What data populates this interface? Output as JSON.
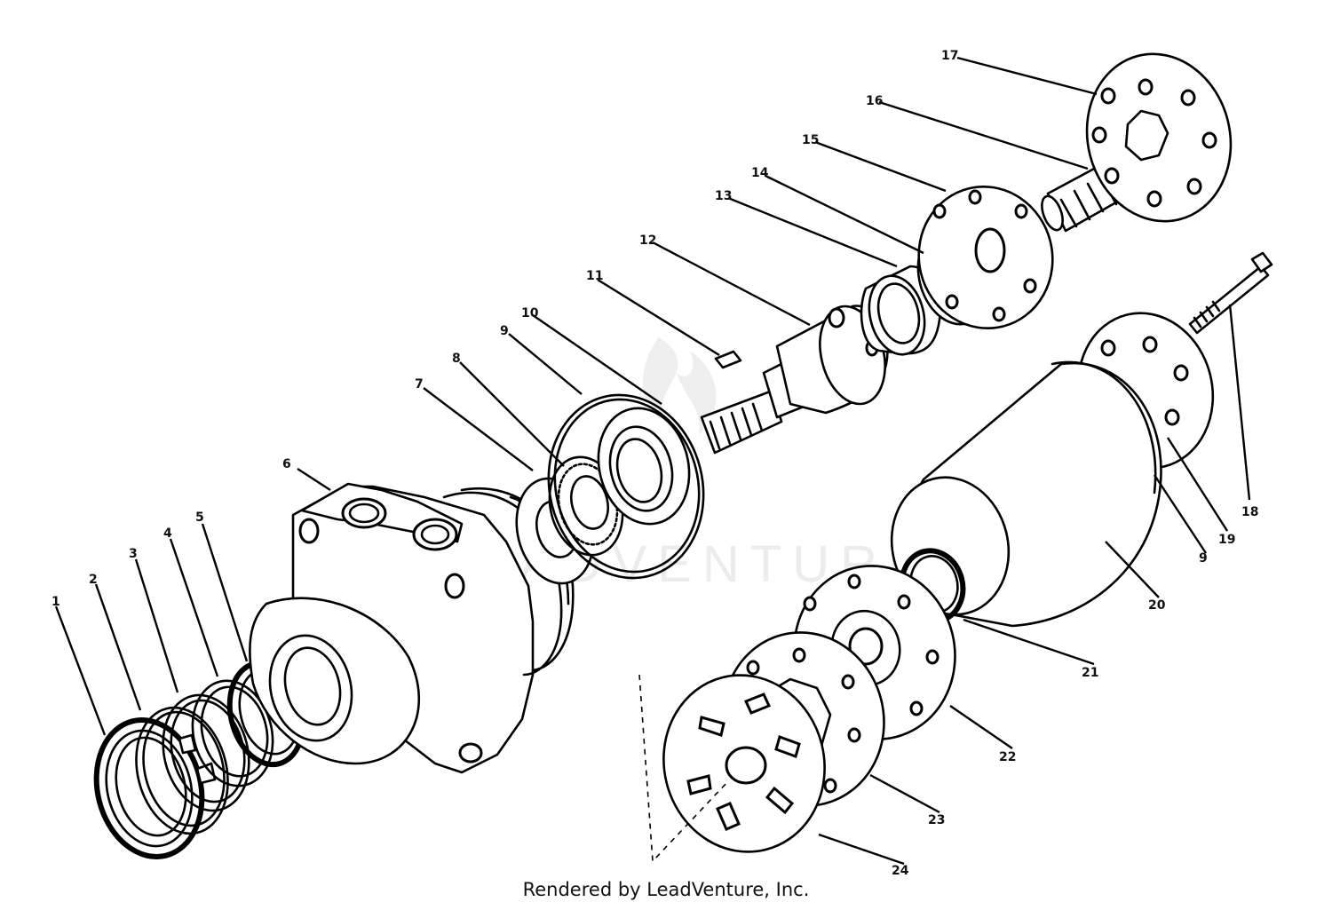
{
  "watermark": "LEADVENTURE",
  "credit": "Rendered by LeadVenture, Inc.",
  "callouts": {
    "c1": "1",
    "c2": "2",
    "c3": "3",
    "c4": "4",
    "c5": "5",
    "c6": "6",
    "c7": "7",
    "c8": "8",
    "c9a": "9",
    "c9b": "9",
    "c10": "10",
    "c11": "11",
    "c12": "12",
    "c13": "13",
    "c14": "14",
    "c15": "15",
    "c16": "16",
    "c17": "17",
    "c18": "18",
    "c19": "19",
    "c20": "20",
    "c21": "21",
    "c22": "22",
    "c23": "23",
    "c24": "24"
  }
}
